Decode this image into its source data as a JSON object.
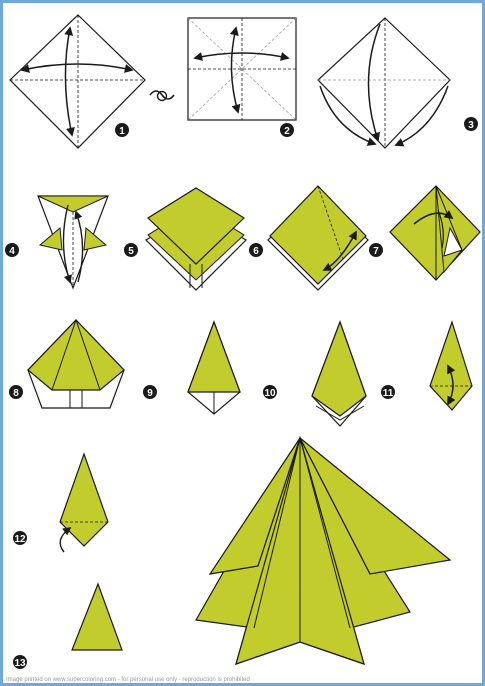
{
  "colors": {
    "paper": "#c2cc2c",
    "paper_edge": "#1a1a1a",
    "white_side": "#ffffff",
    "frame": "#6fa8dc"
  },
  "steps": [
    "1",
    "2",
    "3",
    "4",
    "5",
    "6",
    "7",
    "8",
    "9",
    "10",
    "11",
    "12",
    "13"
  ],
  "footer_text": "Image printed on www.supercoloring.com - for personal use only - reproduction is prohibited"
}
